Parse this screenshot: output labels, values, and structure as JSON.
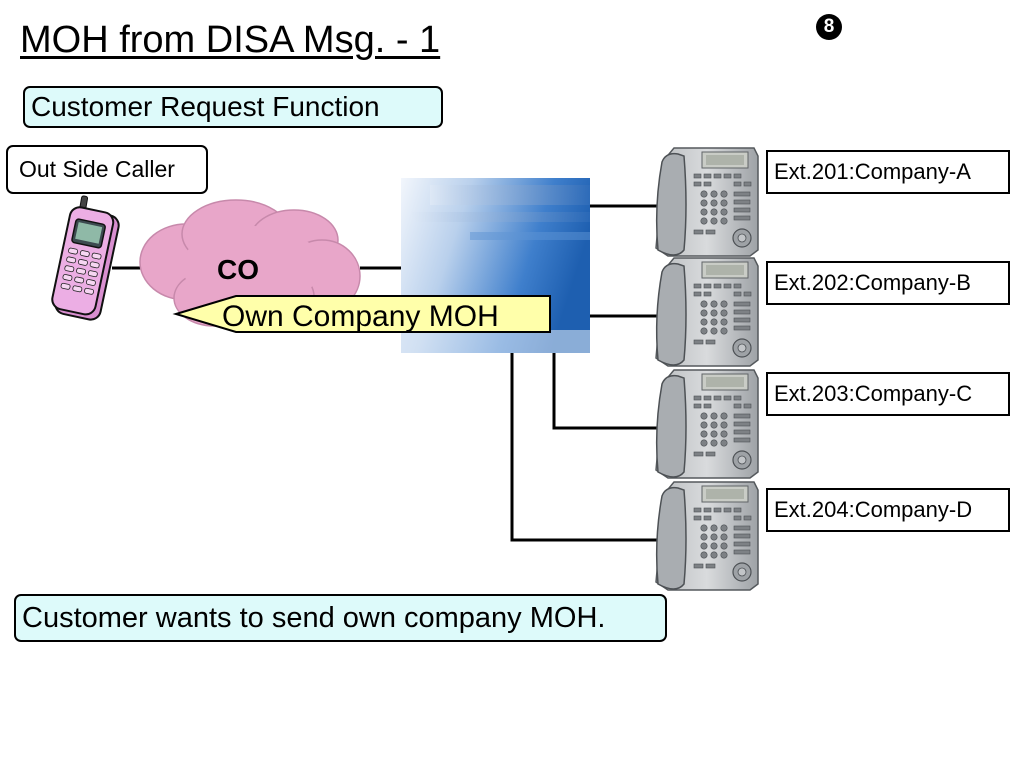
{
  "slide": {
    "title": "MOH from DISA Msg. - 1",
    "badge": "8"
  },
  "labels": {
    "customer_request": "Customer Request Function",
    "outside_caller": "Out Side Caller",
    "co": "CO",
    "own_company_moh": "Own Company MOH",
    "bottom_note": "Customer wants to send own company MOH."
  },
  "extensions": [
    {
      "label": "Ext.201:Company-A"
    },
    {
      "label": "Ext.202:Company-B"
    },
    {
      "label": "Ext.203:Company-C"
    },
    {
      "label": "Ext.204:Company-D"
    }
  ],
  "colors": {
    "info_box_fill": "#ddfafa",
    "cloud_fill": "#e8a6c9",
    "callout_fill": "#ffffaa",
    "pbx_blue": "#2a6ab8",
    "mobile_phone_body": "#e9a8e0"
  },
  "icons": {
    "mobile_phone": "mobile-phone-icon",
    "cloud": "co-cloud-icon",
    "pbx": "pbx-unit-icon",
    "desk_phone": "desk-phone-icon"
  }
}
